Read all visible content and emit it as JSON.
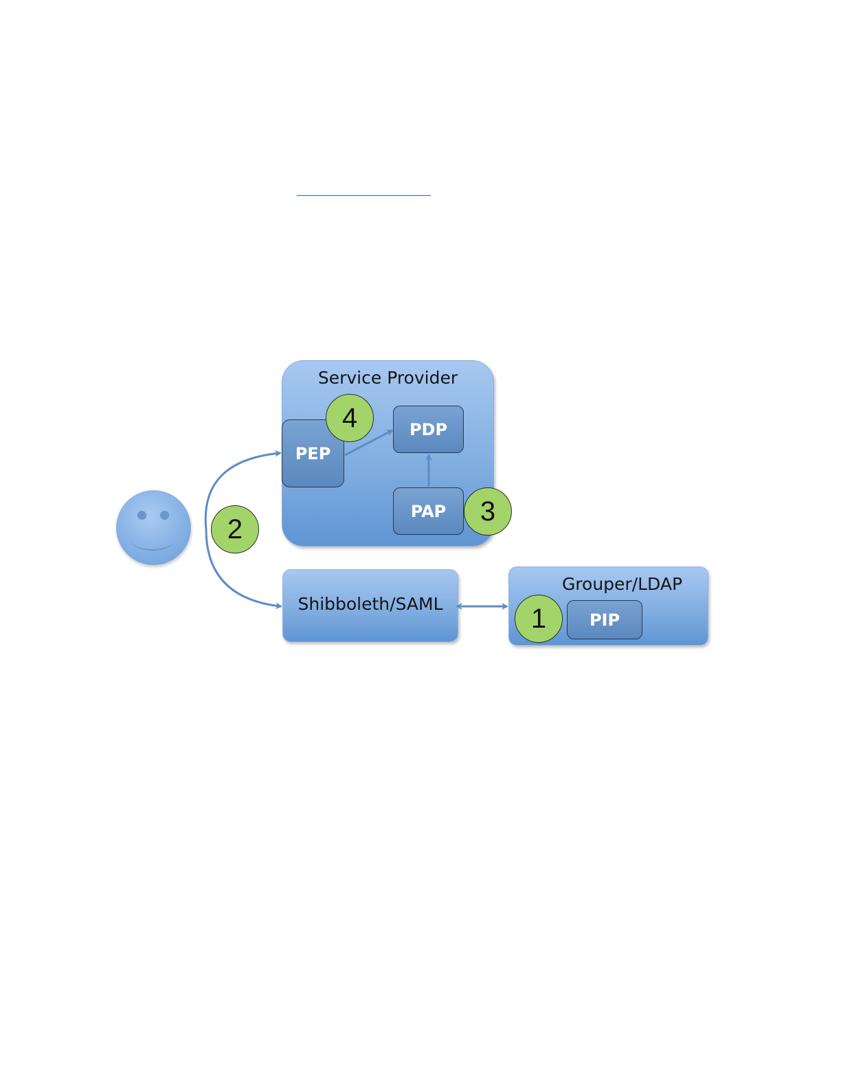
{
  "nodes": {
    "service_provider": "Service Provider",
    "pep": "PEP",
    "pdp": "PDP",
    "pap": "PAP",
    "shibboleth": "Shibboleth/SAML",
    "grouper": "Grouper/LDAP",
    "pip": "PIP"
  },
  "badges": {
    "b1": "1",
    "b2": "2",
    "b3": "3",
    "b4": "4"
  },
  "colors": {
    "box_blue": "#7eacdf",
    "inner_blue": "#5b88be",
    "badge_green": "#a3d46a",
    "arrow": "#5b8cc6"
  },
  "icons": {
    "user": "smiley-face-icon"
  }
}
